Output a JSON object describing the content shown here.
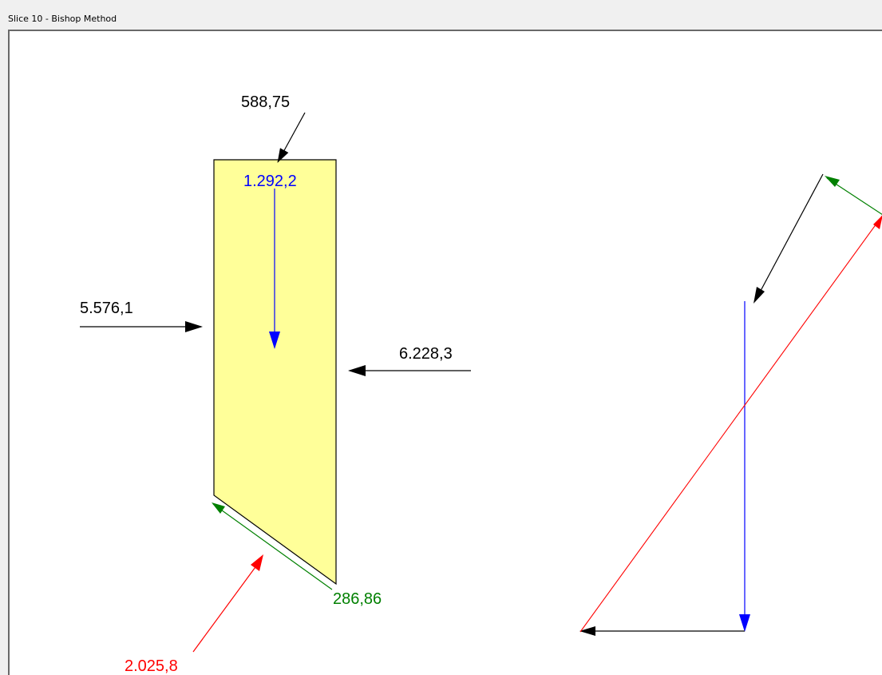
{
  "window": {
    "title": "Slice 10 - Bishop Method"
  },
  "colors": {
    "slice_fill": "#ffff99",
    "black": "#000000",
    "weight": "#0000ff",
    "normal": "#ff0000",
    "shear": "#008000"
  },
  "slice_diagram": {
    "top_load_label": "588,75",
    "weight_label": "1.292,2",
    "left_force_label": "5.576,1",
    "right_force_label": "6.228,3",
    "shear_force_label": "286,86",
    "normal_force_label": "2.025,8"
  }
}
